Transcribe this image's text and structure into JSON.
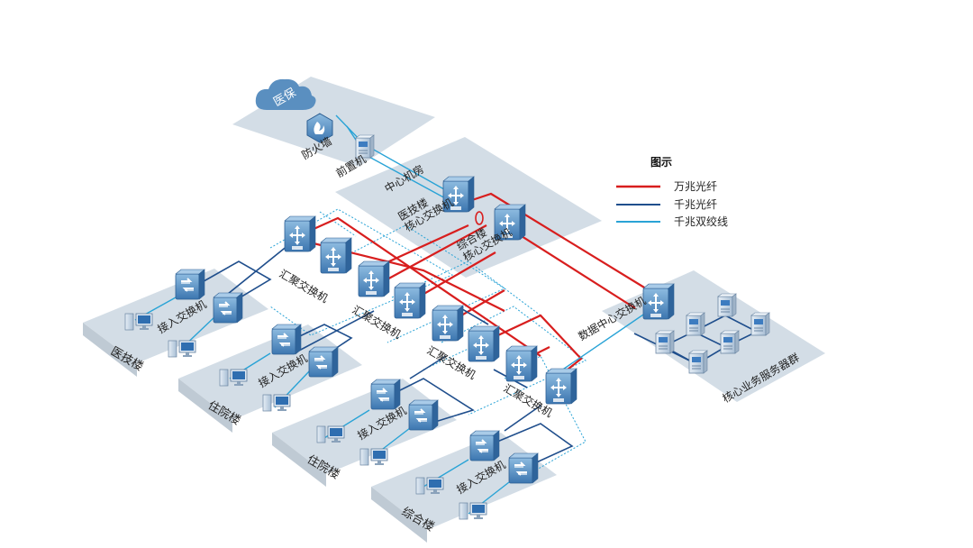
{
  "cloud": {
    "label": "医保",
    "color": "#5a8fc0"
  },
  "zones": {
    "yibao": {
      "firewall": "防火墙",
      "front": "前置机"
    },
    "core_room": {
      "label": "中心机房",
      "core1": "医技楼\n核心交换机",
      "core2": "综合楼\n核心交换机"
    },
    "datacenter": {
      "switch": "数据中心交换机",
      "servers": "核心业务服务器群"
    },
    "buildings": [
      {
        "name": "医技楼",
        "agg": "汇聚交换机",
        "acc": "接入交换机"
      },
      {
        "name": "住院楼",
        "agg": "汇聚交换机",
        "acc": "接入交换机"
      },
      {
        "name": "住院楼",
        "agg": "汇聚交换机",
        "acc": "接入交换机"
      },
      {
        "name": "综合楼",
        "agg": "汇聚交换机",
        "acc": "接入交换机"
      }
    ]
  },
  "legend": {
    "title": "图示",
    "items": [
      {
        "label": "万兆光纤",
        "color": "#d81e1e"
      },
      {
        "label": "千兆光纤",
        "color": "#1f4e8c"
      },
      {
        "label": "千兆双绞线",
        "color": "#29a3d6"
      }
    ]
  },
  "colors": {
    "platform": "#d3dde6",
    "platform_shadow": "#bfcad4",
    "device_top": "#6fa3cf",
    "device_front": "#3b78b5",
    "red": "#d81e1e",
    "navy": "#1f4e8c",
    "cyan": "#29a3d6"
  }
}
